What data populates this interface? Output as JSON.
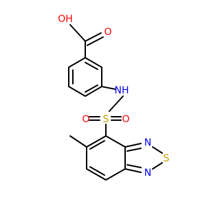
{
  "molecule": {
    "atoms": {
      "hydroxyl": {
        "text": "OH",
        "color": "#ff0000"
      },
      "carbonyl_o": {
        "text": "O",
        "color": "#ff0000"
      },
      "amine": {
        "text": "NH",
        "color": "#0000ff"
      },
      "sulfonyl_s": {
        "text": "S",
        "color": "#c8a000"
      },
      "sulfonyl_o_left": {
        "text": "O",
        "color": "#ff0000"
      },
      "sulfonyl_o_right": {
        "text": "O",
        "color": "#ff0000"
      },
      "thiadiazole_n_top": {
        "text": "N",
        "color": "#0000ff"
      },
      "thiadiazole_s": {
        "text": "S",
        "color": "#c8a000"
      },
      "thiadiazole_n_bottom": {
        "text": "N",
        "color": "#0000ff"
      }
    },
    "bond_color": "#000000"
  }
}
